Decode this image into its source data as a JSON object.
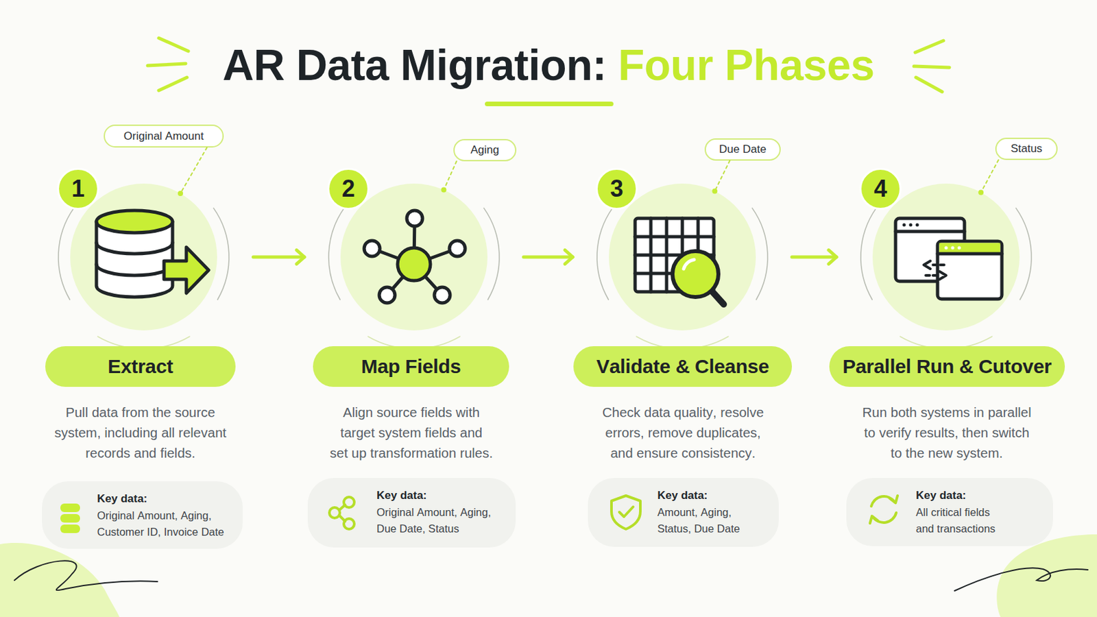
{
  "diagram": {
    "title": "AR Data Migration: Four Phases",
    "nodes": [
      {
        "text": [
          "Original Amount"
        ]
      },
      {
        "text": [
          "1"
        ]
      },
      {
        "text": [
          "Extract"
        ]
      },
      {
        "text": [
          "Key data:",
          "Original Amount, Aging, Customer ID, Invoice Date"
        ]
      },
      {
        "text": [
          "Aging"
        ]
      },
      {
        "text": [
          "2"
        ]
      },
      {
        "text": [
          "Map Fields"
        ]
      },
      {
        "text": [
          "Key data:",
          "Original Amount, Aging, Due Date, Status"
        ]
      },
      {
        "text": [
          "Due Date"
        ]
      },
      {
        "text": [
          "3"
        ]
      },
      {
        "text": [
          "Validate & Cleanse"
        ]
      },
      {
        "text": [
          "Key data:",
          "Amount, Aging, Status, Due Date"
        ]
      },
      {
        "text": [
          "Status"
        ]
      },
      {
        "text": [
          "4"
        ]
      },
      {
        "text": [
          "Parallel Run & Cutover"
        ]
      },
      {
        "text": [
          "Key data:",
          "All critical fields and transactions"
        ]
      }
    ],
    "edges": [
      {
        "from": 1,
        "to": 5,
        "arrow": "to"
      },
      {
        "from": 5,
        "to": 9,
        "arrow": "to"
      },
      {
        "from": 9,
        "to": 13,
        "arrow": "to"
      },
      {
        "from": 0,
        "to": 1,
        "arrow": "none"
      },
      {
        "from": 4,
        "to": 5,
        "arrow": "none"
      },
      {
        "from": 8,
        "to": 9,
        "arrow": "none"
      },
      {
        "from": 12,
        "to": 13,
        "arrow": "none"
      }
    ],
    "labels": [
      "Pull data from the source system, including all relevant records and fields.",
      "Align source fields with target system fields and set up transformation rules.",
      "Check data quality, resolve errors, remove duplicates, and ensure consistency.",
      "Run both systems in parallel to verify results, then switch to the new system."
    ]
  }
}
